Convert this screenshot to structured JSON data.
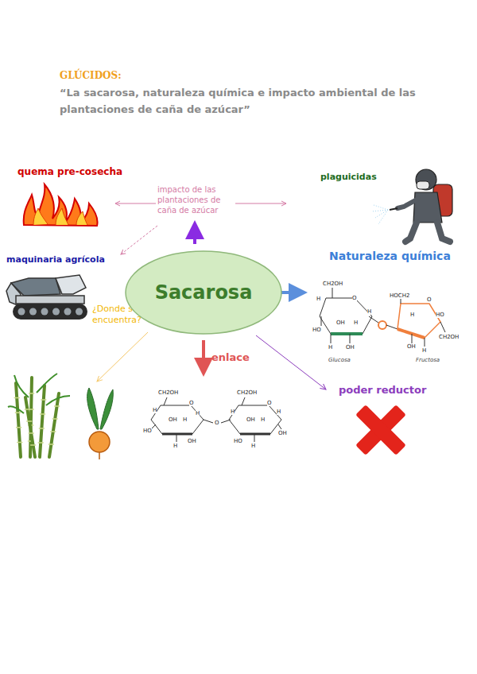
{
  "diagram": {
    "title": "GLÚCIDOS:",
    "nodes": [
      {
        "text": [
          "Sacarosa"
        ]
      }
    ],
    "edges": [],
    "labels": [
      "“La sacarosa, naturaleza química e impacto ambiental de las plantaciones de caña de azúcar”",
      "impacto de las plantaciones de caña de azúcar",
      "quema pre-cosecha",
      "plaguicidas",
      "maquinaria agrícola",
      "Naturaleza química",
      "¿Donde se encuentra?",
      "enlace",
      "poder reductor",
      "CH2OH",
      "H",
      "H",
      "OH",
      "H",
      "HO",
      "H",
      "OH",
      "O",
      "HOCH2",
      "O",
      "H",
      "HO",
      "OH",
      "H",
      "CH2OH",
      "Glucosa",
      "Fructosa",
      "CH2OH",
      "O",
      "H",
      "H",
      "OH",
      "H",
      "HO",
      "H",
      "OH",
      "O",
      "CH2OH",
      "O",
      "H",
      "H",
      "OH",
      "H",
      "HO",
      "H",
      "OH"
    ]
  }
}
